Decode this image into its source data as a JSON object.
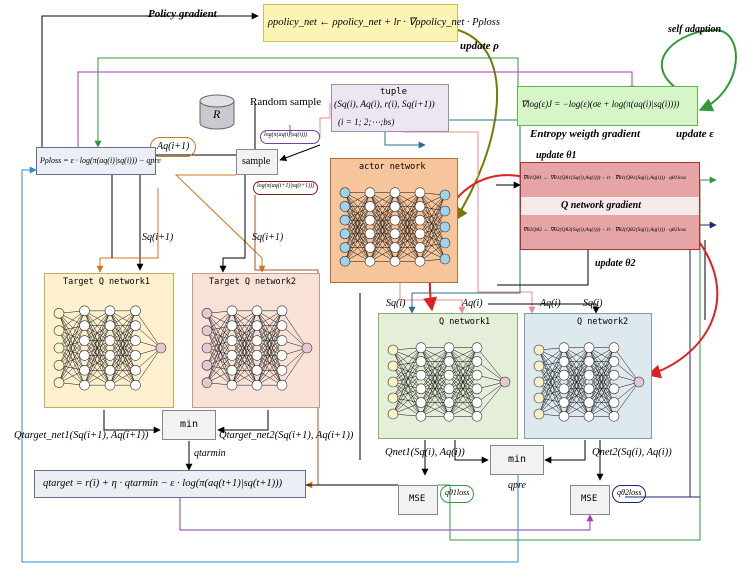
{
  "top": {
    "policy_gradient_label": "Policy gradient",
    "policy_formula": "ρpolicy_net ← ρpolicy_net + lr · ∇ρpolicy_net · Pρloss",
    "update_rho": "update ρ"
  },
  "entropy": {
    "formula": "∇log(ε)J = −log(ε)(σe + log(π(aq(i)|sq(i))))",
    "title": "Entropy weigth gradient",
    "self_adaption": "self adaption",
    "update_eps": "update ε"
  },
  "replay": {
    "db_symbol": "R",
    "random_sample": "Random sample",
    "tuple_title": "tuple",
    "tuple_content": "(Sq(i), Aq(i), r(i), Sq(i+1))",
    "tuple_index": "(i = 1; 2;⋯;bs)",
    "sample_label": "sample",
    "log_top": "log(π(aq(i)|sq(i)))",
    "log_bottom": "log(π(aq(t+1)|sq(t+1)))",
    "a_next": "Aq(i+1)"
  },
  "policy_loss": {
    "formula": "Pρloss = ε · log(π(aq(i)|sq(i))) − qpre"
  },
  "actor": {
    "title": "actor network"
  },
  "qgrad": {
    "top_formula": "∇θ1Qθ1 ← ∇θ1(Qθ1(Sq(i),Aq(i))) − lr · ∇θ1(Qθ1(Sq(i),Aq(i))) · qθ1loss",
    "title": "Q network gradient",
    "bottom_formula": "∇θ2Qθ2 ← ∇θ2(Qθ2(Sq(i),Aq(i))) − lr · ∇θ2(Qθ2(Sq(i),Aq(i))) · qθ2loss",
    "update_theta1": "update θ1",
    "update_theta2": "update θ2"
  },
  "target": {
    "s_next_1": "Sq(i+1)",
    "s_next_2": "Sq(i+1)",
    "net1_title": "Target Q network1",
    "net2_title": "Target Q network2",
    "min_label": "min",
    "q_target_net1": "Qtarget_net1(Sq(i+1), Aq(i+1))",
    "q_target_net2": "Qtarget_net2(Sq(i+1), Aq(i+1))",
    "q_tar_min": "qtarmin",
    "q_target_formula": "qtarget = r(i) + η · qtarmin − ε · log(π(aq(t+1)|sq(t+1)))"
  },
  "qnets": {
    "s_i_left": "Sq(i)",
    "a_i_left": "Aq(i)",
    "a_i_right": "Aq(i)",
    "s_i_right": "Sq(i)",
    "net1_title": "Q network1",
    "net2_title": "Q network2",
    "q_net1_out": "Qnet1(Sq(i), Aq(i))",
    "q_net2_out": "Qnet2(Sq(i), Aq(i))",
    "min_label": "min",
    "q_pre": "qpre",
    "mse1": "MSE",
    "mse2": "MSE",
    "loss1": "qθ1loss",
    "loss2": "qθ2loss"
  },
  "colors": {
    "policy_box": "#fbf4b4",
    "entropy_box": "#d6f5c8",
    "actor_box": "#f6c59c",
    "target1_box": "#fdf0cf",
    "target2_box": "#f8e2d7",
    "qnet1_box": "#e5eed9",
    "qnet2_box": "#dde9ef",
    "qgrad_box": "#e6a4a4",
    "tuple_box": "#ece6f1",
    "node_blue": "#9fd3ec",
    "node_yellow": "#fbf3c7",
    "node_pink": "#e7c7d3"
  }
}
